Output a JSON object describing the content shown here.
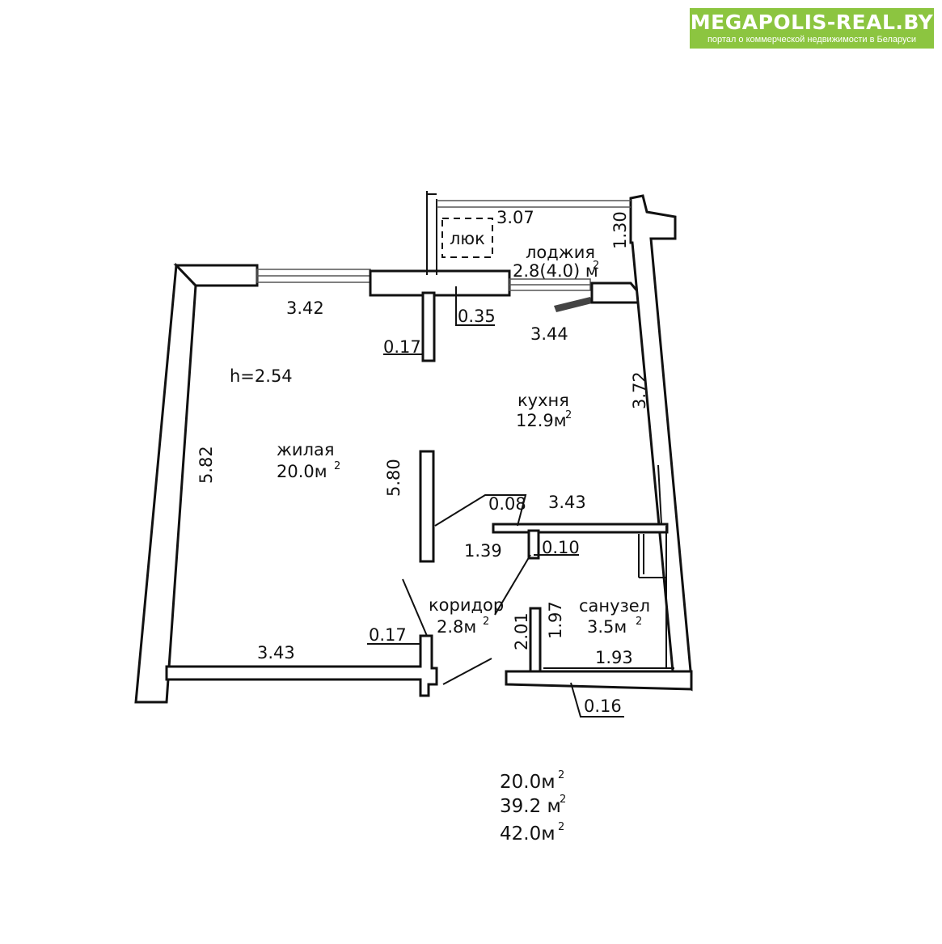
{
  "brand": {
    "name": "MEGAPOLIS-REAL.BY",
    "tagline": "портал о коммерческой недвижимости в Беларуси",
    "color": "#8cc540"
  },
  "rooms": {
    "living": {
      "name": "жилая",
      "area": "20.0м",
      "sup": "2"
    },
    "kitchen": {
      "name": "кухня",
      "area": "12.9м",
      "sup": "2"
    },
    "loggia": {
      "name": "лоджия",
      "area": "2.8(4.0) м",
      "sup": "2"
    },
    "corridor": {
      "name": "коридор",
      "area": "2.8м",
      "sup": "2"
    },
    "bathroom": {
      "name": "санузел",
      "area": "3.5м",
      "sup": "2"
    },
    "hatch": "люк"
  },
  "ceiling_height": "h=2.54",
  "dimensions": {
    "living_top": "3.42",
    "living_bottom": "3.43",
    "living_left": "5.82",
    "partition_len": "5.80",
    "wall_017_top": "0.17",
    "wall_017_bottom": "0.17",
    "wall_035": "0.35",
    "kitchen_top": "3.44",
    "kitchen_right": "3.72",
    "kitchen_bottom": "3.43",
    "wall_008": "0.08",
    "corridor_width": "1.39",
    "wall_010": "0.10",
    "corridor_len": "2.01",
    "bath_height": "1.97",
    "bath_width": "1.93",
    "wall_016": "0.16",
    "loggia_width": "3.07",
    "loggia_depth": "1.30"
  },
  "totals": {
    "living": "20.0м",
    "total": "39.2 м",
    "total_with_loggia": "42.0м",
    "sup": "2"
  }
}
